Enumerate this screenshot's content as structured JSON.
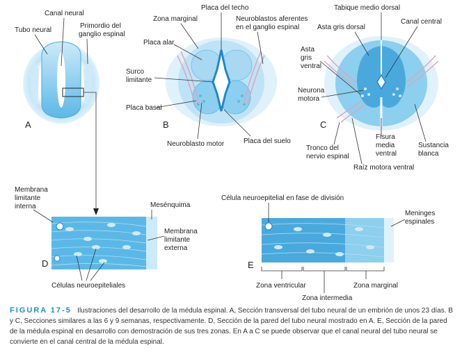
{
  "panels": {
    "A": {
      "letter": "A",
      "labels": {
        "canal_neural": "Canal neural",
        "tubo_neural": "Tubo neural",
        "primordio_line1": "Primordio del",
        "primordio_line2": "ganglio espinal"
      }
    },
    "B": {
      "letter": "B",
      "labels": {
        "placa_techo": "Placa del techo",
        "zona_marginal": "Zona marginal",
        "neuroblastos_line1": "Neuroblastos aferentes",
        "neuroblastos_line2": "en el ganglio espinal",
        "placa_alar": "Placa alar",
        "surco_line1": "Surco",
        "surco_line2": "limitante",
        "placa_basal": "Placa basal",
        "neuroblasto_motor": "Neuroblasto motor",
        "placa_suelo": "Placa del suelo"
      }
    },
    "C": {
      "letter": "C",
      "labels": {
        "tabique": "Tabique medio dorsal",
        "asta_gris_dorsal": "Asta gris dorsal",
        "canal_central": "Canal central",
        "asta_line1": "Asta",
        "asta_line2": "gris",
        "asta_line3": "ventral",
        "neurona_line1": "Neurona",
        "neurona_line2": "motora",
        "fisura_line1": "Fisura",
        "fisura_line2": "media",
        "fisura_line3": "ventral",
        "sustancia_line1": "Sustancia",
        "sustancia_line2": "blanca",
        "tronco_line1": "Tronco del",
        "tronco_line2": "nervio espinal",
        "raiz": "Raíz motora ventral"
      }
    },
    "D": {
      "letter": "D",
      "labels": {
        "membrana_int_line1": "Membrana",
        "membrana_int_line2": "limitante",
        "membrana_int_line3": "interna",
        "mesenquima": "Mesénquima",
        "membrana_ext_line1": "Membrana",
        "membrana_ext_line2": "limitante",
        "membrana_ext_line3": "externa",
        "celulas": "Células neuroepiteliales"
      }
    },
    "E": {
      "letter": "E",
      "labels": {
        "celula_division": "Célula neuroepitelial en fase de división",
        "meninges_line1": "Meninges",
        "meninges_line2": "espinales",
        "zona_ventricular": "Zona ventricular",
        "zona_marginal": "Zona marginal",
        "zona_intermedia": "Zona intermedia"
      }
    }
  },
  "caption": {
    "title": "FIGURA 17-5",
    "text": "Ilustraciones del desarrollo de la médula espinal. A, Sección transversal del tubo neural de un embrión de unos 23 días. B y C, Secciones similares a las 6 y 9 semanas, respectivamente. D, Sección de la pared del tubo neural mostrado en A. E, Sección de la pared de la médula espinal en desarrollo con demostración de sus tres zonas. En A a C se puede observar que el canal neural del tubo neural se convierte en el canal central de la médula espinal."
  },
  "colors": {
    "light_blue": "#a8d8f2",
    "mid_blue": "#5bb8e6",
    "dark_blue": "#1e88cc",
    "pink": "#d9a7bd",
    "caption_accent": "#1e8fd0"
  }
}
